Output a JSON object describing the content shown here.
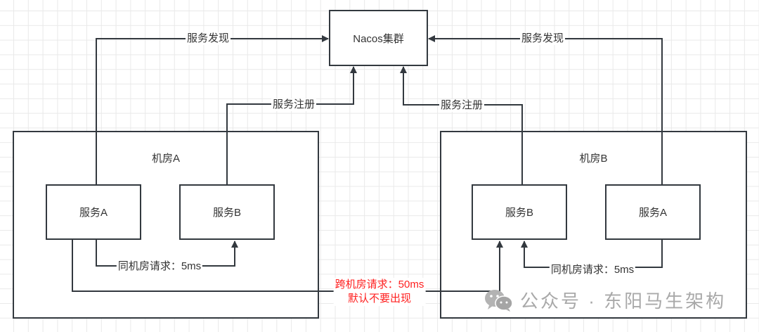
{
  "nacos": {
    "label": "Nacos集群"
  },
  "rooms": [
    {
      "title": "机房A",
      "services": [
        "服务A",
        "服务B"
      ]
    },
    {
      "title": "机房B",
      "services": [
        "服务B",
        "服务A"
      ]
    }
  ],
  "edges": {
    "discovery_left": "服务发现",
    "discovery_right": "服务发现",
    "register_left": "服务注册",
    "register_right": "服务注册",
    "same_room_left": "同机房请求：5ms",
    "same_room_right": "同机房请求：5ms",
    "cross_room_line1": "跨机房请求：50ms",
    "cross_room_line2": "默认不要出现"
  },
  "colors": {
    "line": "#33393f",
    "warning": "#ff2020",
    "watermark": "#a9a9a9"
  },
  "watermark": {
    "icon": "wechat-icon",
    "text": "公众号 · 东阳马生架构"
  }
}
